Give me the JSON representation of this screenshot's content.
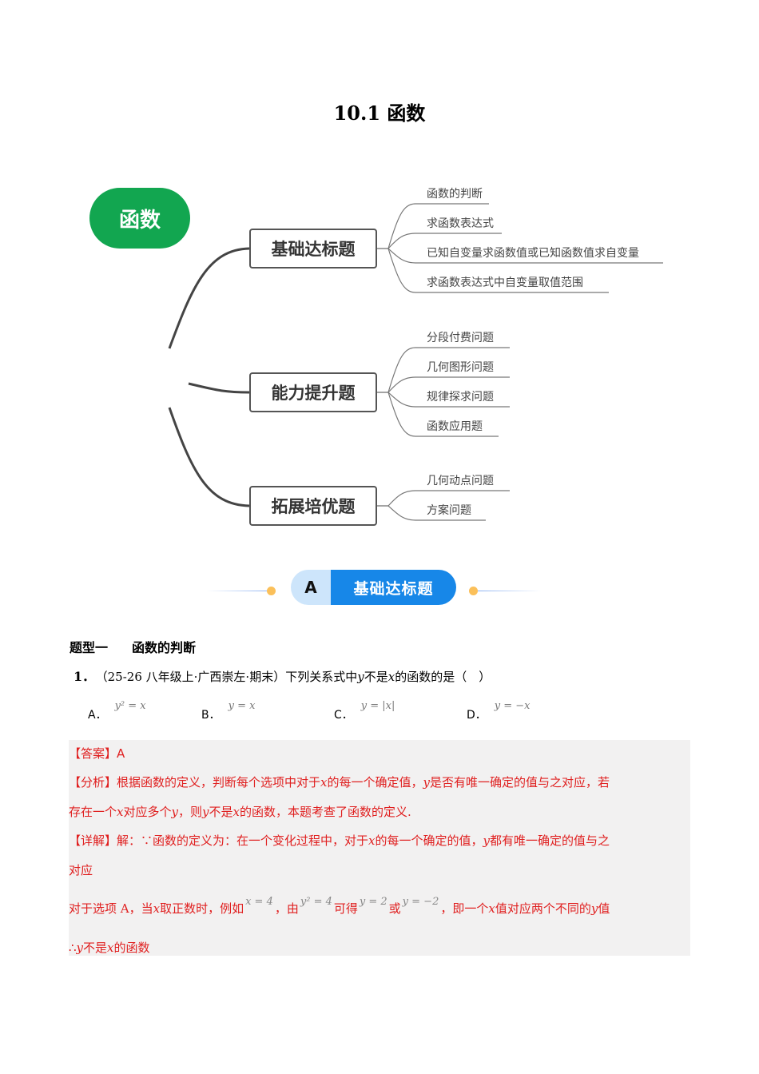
{
  "title": "10.1 函数",
  "mindmap": {
    "root": "函数",
    "branches": [
      {
        "label": "基础达标题",
        "leaves": [
          "函数的判断",
          "求函数表达式",
          "已知自变量求函数值或已知函数值求自变量",
          "求函数表达式中自变量取值范围"
        ]
      },
      {
        "label": "能力提升题",
        "leaves": [
          "分段付费问题",
          "几何图形问题",
          "规律探求问题",
          "函数应用题"
        ]
      },
      {
        "label": "拓展培优题",
        "leaves": [
          "几何动点问题",
          "方案问题"
        ]
      }
    ],
    "colors": {
      "root": "#12a650",
      "branch_border": "#555555"
    }
  },
  "banner": {
    "letter": "A",
    "label": "基础达标题",
    "colors": {
      "letter_bg": "#cde5fb",
      "label_bg": "#1787e8",
      "dot": "#fbc05a"
    }
  },
  "section": {
    "type": "题型一",
    "name": "函数的判断"
  },
  "question": {
    "number": "1．",
    "source": "（25-26 八年级上·广西崇左·期末）",
    "text_a": "下列关系式中",
    "var_y": "y",
    "text_b": "不是",
    "var_x": "x",
    "text_c": "的函数的是（　）",
    "options": [
      {
        "label": "A．",
        "expr": "y² = x"
      },
      {
        "label": "B．",
        "expr": "y = x"
      },
      {
        "label": "C．",
        "expr": "y = |x|"
      },
      {
        "label": "D．",
        "expr": "y = −x"
      }
    ]
  },
  "solution": {
    "answer_tag": "【答案】",
    "answer": "A",
    "analysis_tag": "【分析】",
    "analysis_1a": "根据函数的定义，判断每个选项中对于",
    "analysis_1b": "的每一个确定值，",
    "analysis_1c": "是否有唯一确定的值与之对应，若",
    "analysis_2a": "存在一个",
    "analysis_2b": "对应多个",
    "analysis_2c": "，则",
    "analysis_2d": "不是",
    "analysis_2e": "的函数，本题考查了函数的定义.",
    "detail_tag": "【详解】",
    "detail_1a": "解：∵函数的定义为：在一个变化过程中，对于",
    "detail_1b": "的每一个确定的值，",
    "detail_1c": "都有唯一确定的值与之",
    "detail_2": "对应",
    "detail_3a": "对于选项 A，当",
    "detail_3b": "取正数时，例如",
    "math_x4": "x = 4",
    "detail_3c": "，由",
    "math_y2_4": "y² = 4",
    "detail_3d": "可得",
    "math_y2": "y = 2",
    "detail_3e": "或",
    "math_ym2": "y = −2",
    "detail_3f": "，即一个",
    "detail_3g": "值对应两个不同的",
    "detail_3h": "值",
    "conclusion_a": "∴",
    "conclusion_b": "不是",
    "conclusion_c": "的函数",
    "var_x": "x",
    "var_y": "y",
    "colors": {
      "text": "#e01f1f",
      "box_bg": "#f2f1f1"
    }
  }
}
